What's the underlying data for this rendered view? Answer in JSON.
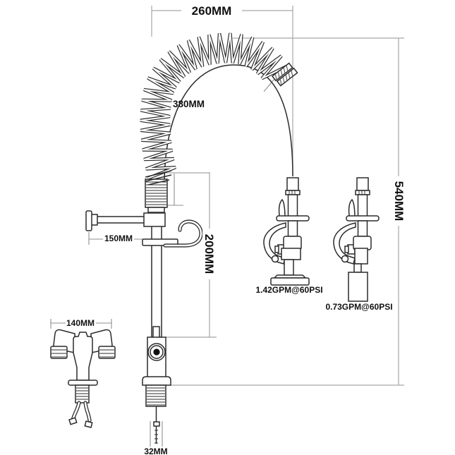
{
  "drawing": {
    "dimensions": {
      "top_width": "260MM",
      "hose_length": "380MM",
      "overall_height": "540MM",
      "riser_section": "200MM",
      "wall_bracket_reach": "150MM",
      "faucet_body_width": "140MM",
      "inlet_shank": "32MM"
    },
    "spray_heads": [
      {
        "flow_rating": "1.42GPM@60PSI"
      },
      {
        "flow_rating": "0.73GPM@60PSI"
      }
    ],
    "colors": {
      "line": "#2b2b2b",
      "dimension_line": "#a6a6a6",
      "text": "#111111",
      "background": "#ffffff"
    }
  }
}
